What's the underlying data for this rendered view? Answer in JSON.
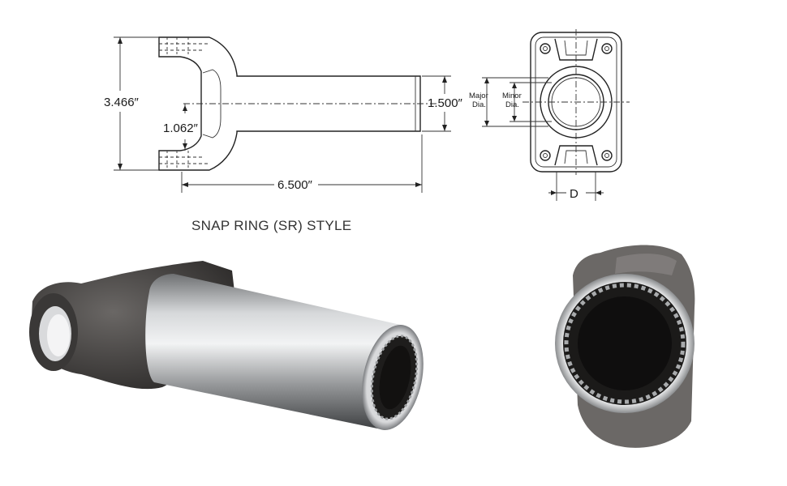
{
  "drawing": {
    "dim_overall_height": "3.466″",
    "dim_inner": "1.062″",
    "dim_tube_dia": "1.500″",
    "dim_length": "6.500″",
    "major_dia_line1": "Major",
    "major_dia_line2": "Dia.",
    "minor_dia_line1": "Minor",
    "minor_dia_line2": "Dia.",
    "dim_d": "D",
    "caption": "SNAP RING (SR) STYLE"
  },
  "colors": {
    "line": "#222222",
    "metal_light": "#c9cbcd",
    "metal_mid": "#8e9092",
    "metal_dark": "#3a3a3a",
    "casting": "#4a4745"
  }
}
